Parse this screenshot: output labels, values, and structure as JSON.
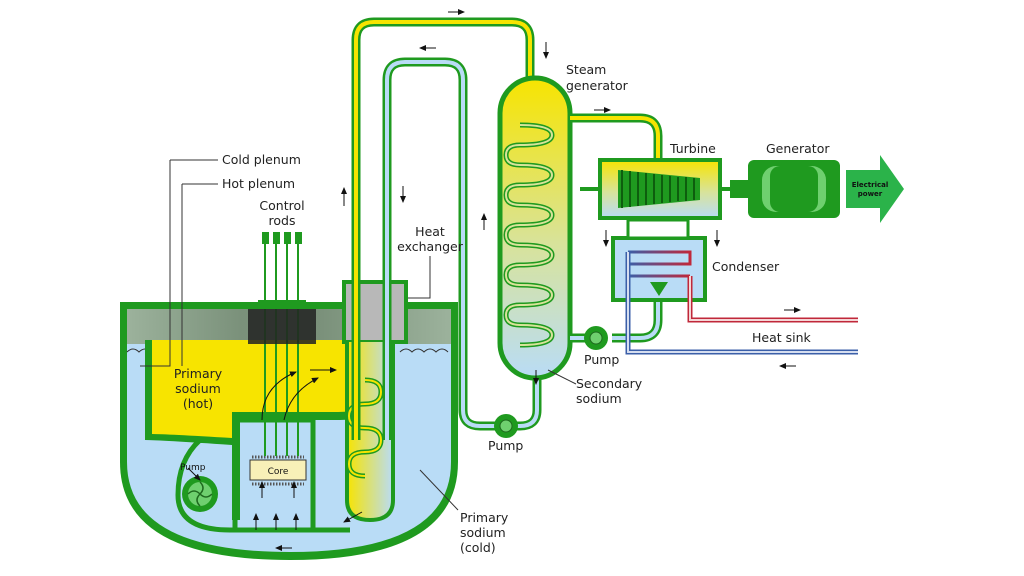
{
  "labels": {
    "cold_plenum": "Cold plenum",
    "hot_plenum": "Hot plenum",
    "control_rods_1": "Control",
    "control_rods_2": "rods",
    "heat_exchanger_1": "Heat",
    "heat_exchanger_2": "exchanger",
    "steam_generator_1": "Steam",
    "steam_generator_2": "generator",
    "turbine": "Turbine",
    "generator": "Generator",
    "electrical_power_1": "Electrical",
    "electrical_power_2": "power",
    "condenser": "Condenser",
    "heat_sink": "Heat sink",
    "pump_secondary": "Pump",
    "pump_steam": "Pump",
    "pump_primary": "Pump",
    "primary_hot_1": "Primary",
    "primary_hot_2": "sodium",
    "primary_hot_3": "(hot)",
    "secondary_sodium_1": "Secondary",
    "secondary_sodium_2": "sodium",
    "primary_cold_1": "Primary",
    "primary_cold_2": "sodium",
    "primary_cold_3": "(cold)",
    "core": "Core"
  },
  "colors": {
    "vessel_green": "#1f9a1f",
    "hot_sodium": "#f7e400",
    "cold_sodium": "#b9dcf6",
    "steam_blue": "#b9dcf6",
    "heat_sink_red": "#c0283a",
    "heat_sink_blue": "#3b5fa8",
    "gray": "#b8b8b8"
  }
}
